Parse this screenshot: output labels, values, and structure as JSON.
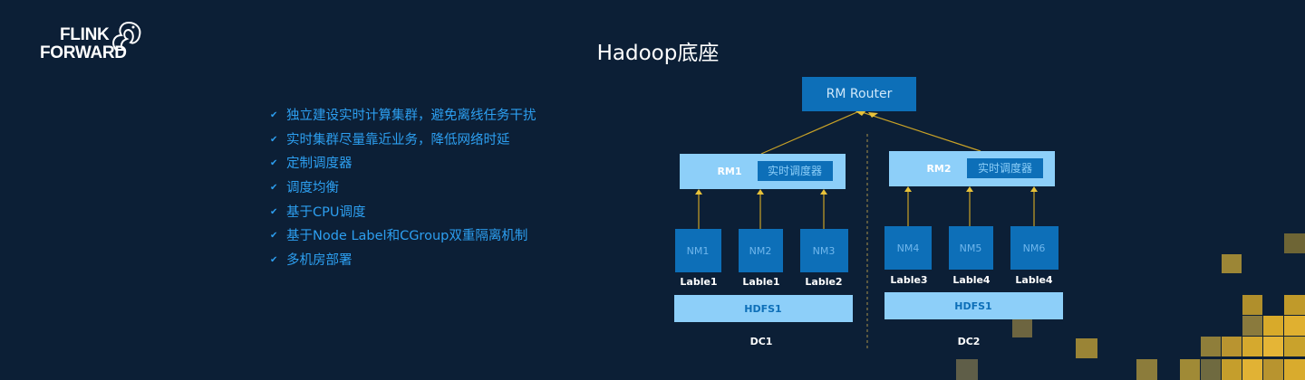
{
  "logo": {
    "line1": "FLINK",
    "line2": "FORWARD"
  },
  "title": "Hadoop底座",
  "bullets": [
    "独立建设实时计算集群，避免离线任务干扰",
    "实时集群尽量靠近业务，降低网络时延",
    "定制调度器",
    "调度均衡",
    "基于CPU调度",
    "基于Node Label和CGroup双重隔离机制",
    "多机房部署"
  ],
  "diagram": {
    "router": "RM Router",
    "rm1": {
      "label": "RM1",
      "scheduler": "实时调度器"
    },
    "rm2": {
      "label": "RM2",
      "scheduler": "实时调度器"
    },
    "dc1": {
      "nodes": [
        "NM1",
        "NM2",
        "NM3"
      ],
      "labels": [
        "Lable1",
        "Lable1",
        "Lable2"
      ],
      "hdfs": "HDFS1",
      "name": "DC1"
    },
    "dc2": {
      "nodes": [
        "NM4",
        "NM5",
        "NM6"
      ],
      "labels": [
        "Lable3",
        "Lable4",
        "Lable4"
      ],
      "hdfs": "HDFS1",
      "name": "DC2"
    }
  },
  "colors": {
    "background": "#0c1f36",
    "bullet_text": "#2d9ff0",
    "dark_box": "#0d6fb8",
    "light_box": "#8dcff9",
    "connector": "#c9a227"
  }
}
